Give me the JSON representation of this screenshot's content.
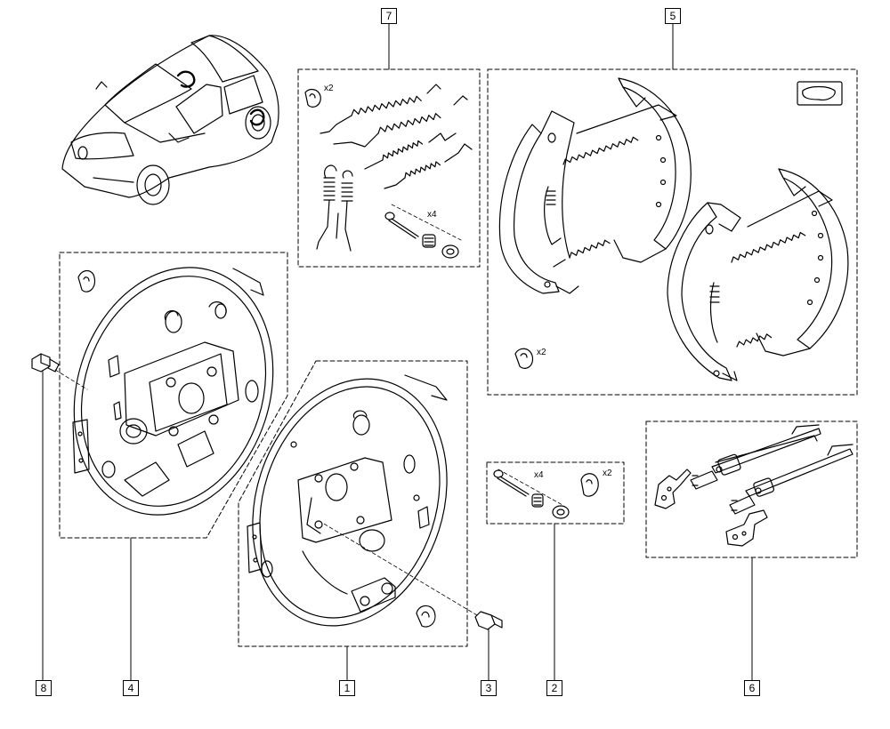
{
  "callouts": [
    {
      "id": "c7",
      "label": "7"
    },
    {
      "id": "c5",
      "label": "5"
    },
    {
      "id": "c8",
      "label": "8"
    },
    {
      "id": "c4",
      "label": "4"
    },
    {
      "id": "c1",
      "label": "1"
    },
    {
      "id": "c3",
      "label": "3"
    },
    {
      "id": "c2",
      "label": "2"
    },
    {
      "id": "c6",
      "label": "6"
    }
  ],
  "quantities": {
    "kit7_clip": "x2",
    "kit7_pin": "x4",
    "kit5_clip": "x2",
    "kit2_pin": "x4",
    "kit2_clip": "x2"
  }
}
